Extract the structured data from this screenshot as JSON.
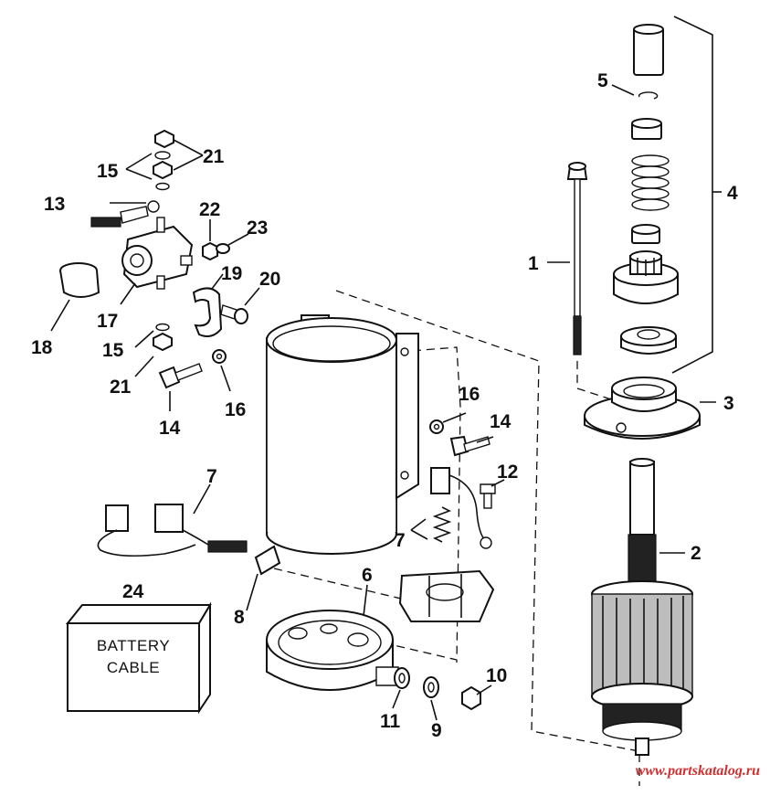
{
  "callouts": {
    "c1": "1",
    "c2": "2",
    "c3": "3",
    "c4": "4",
    "c5": "5",
    "c6": "6",
    "c7a": "7",
    "c7b": "7",
    "c8": "8",
    "c9": "9",
    "c10": "10",
    "c11": "11",
    "c12": "12",
    "c13": "13",
    "c14a": "14",
    "c14b": "14",
    "c15a": "15",
    "c15b": "15",
    "c16a": "16",
    "c16b": "16",
    "c17": "17",
    "c18": "18",
    "c19": "19",
    "c20": "20",
    "c21a": "21",
    "c21b": "21",
    "c22": "22",
    "c23": "23",
    "c24": "24"
  },
  "battery_box": {
    "line1": "BATTERY",
    "line2": "CABLE"
  },
  "watermark": "www.partskatalog.ru",
  "colors": {
    "ink": "#111111",
    "watermark": "#d03030",
    "background": "#ffffff"
  }
}
